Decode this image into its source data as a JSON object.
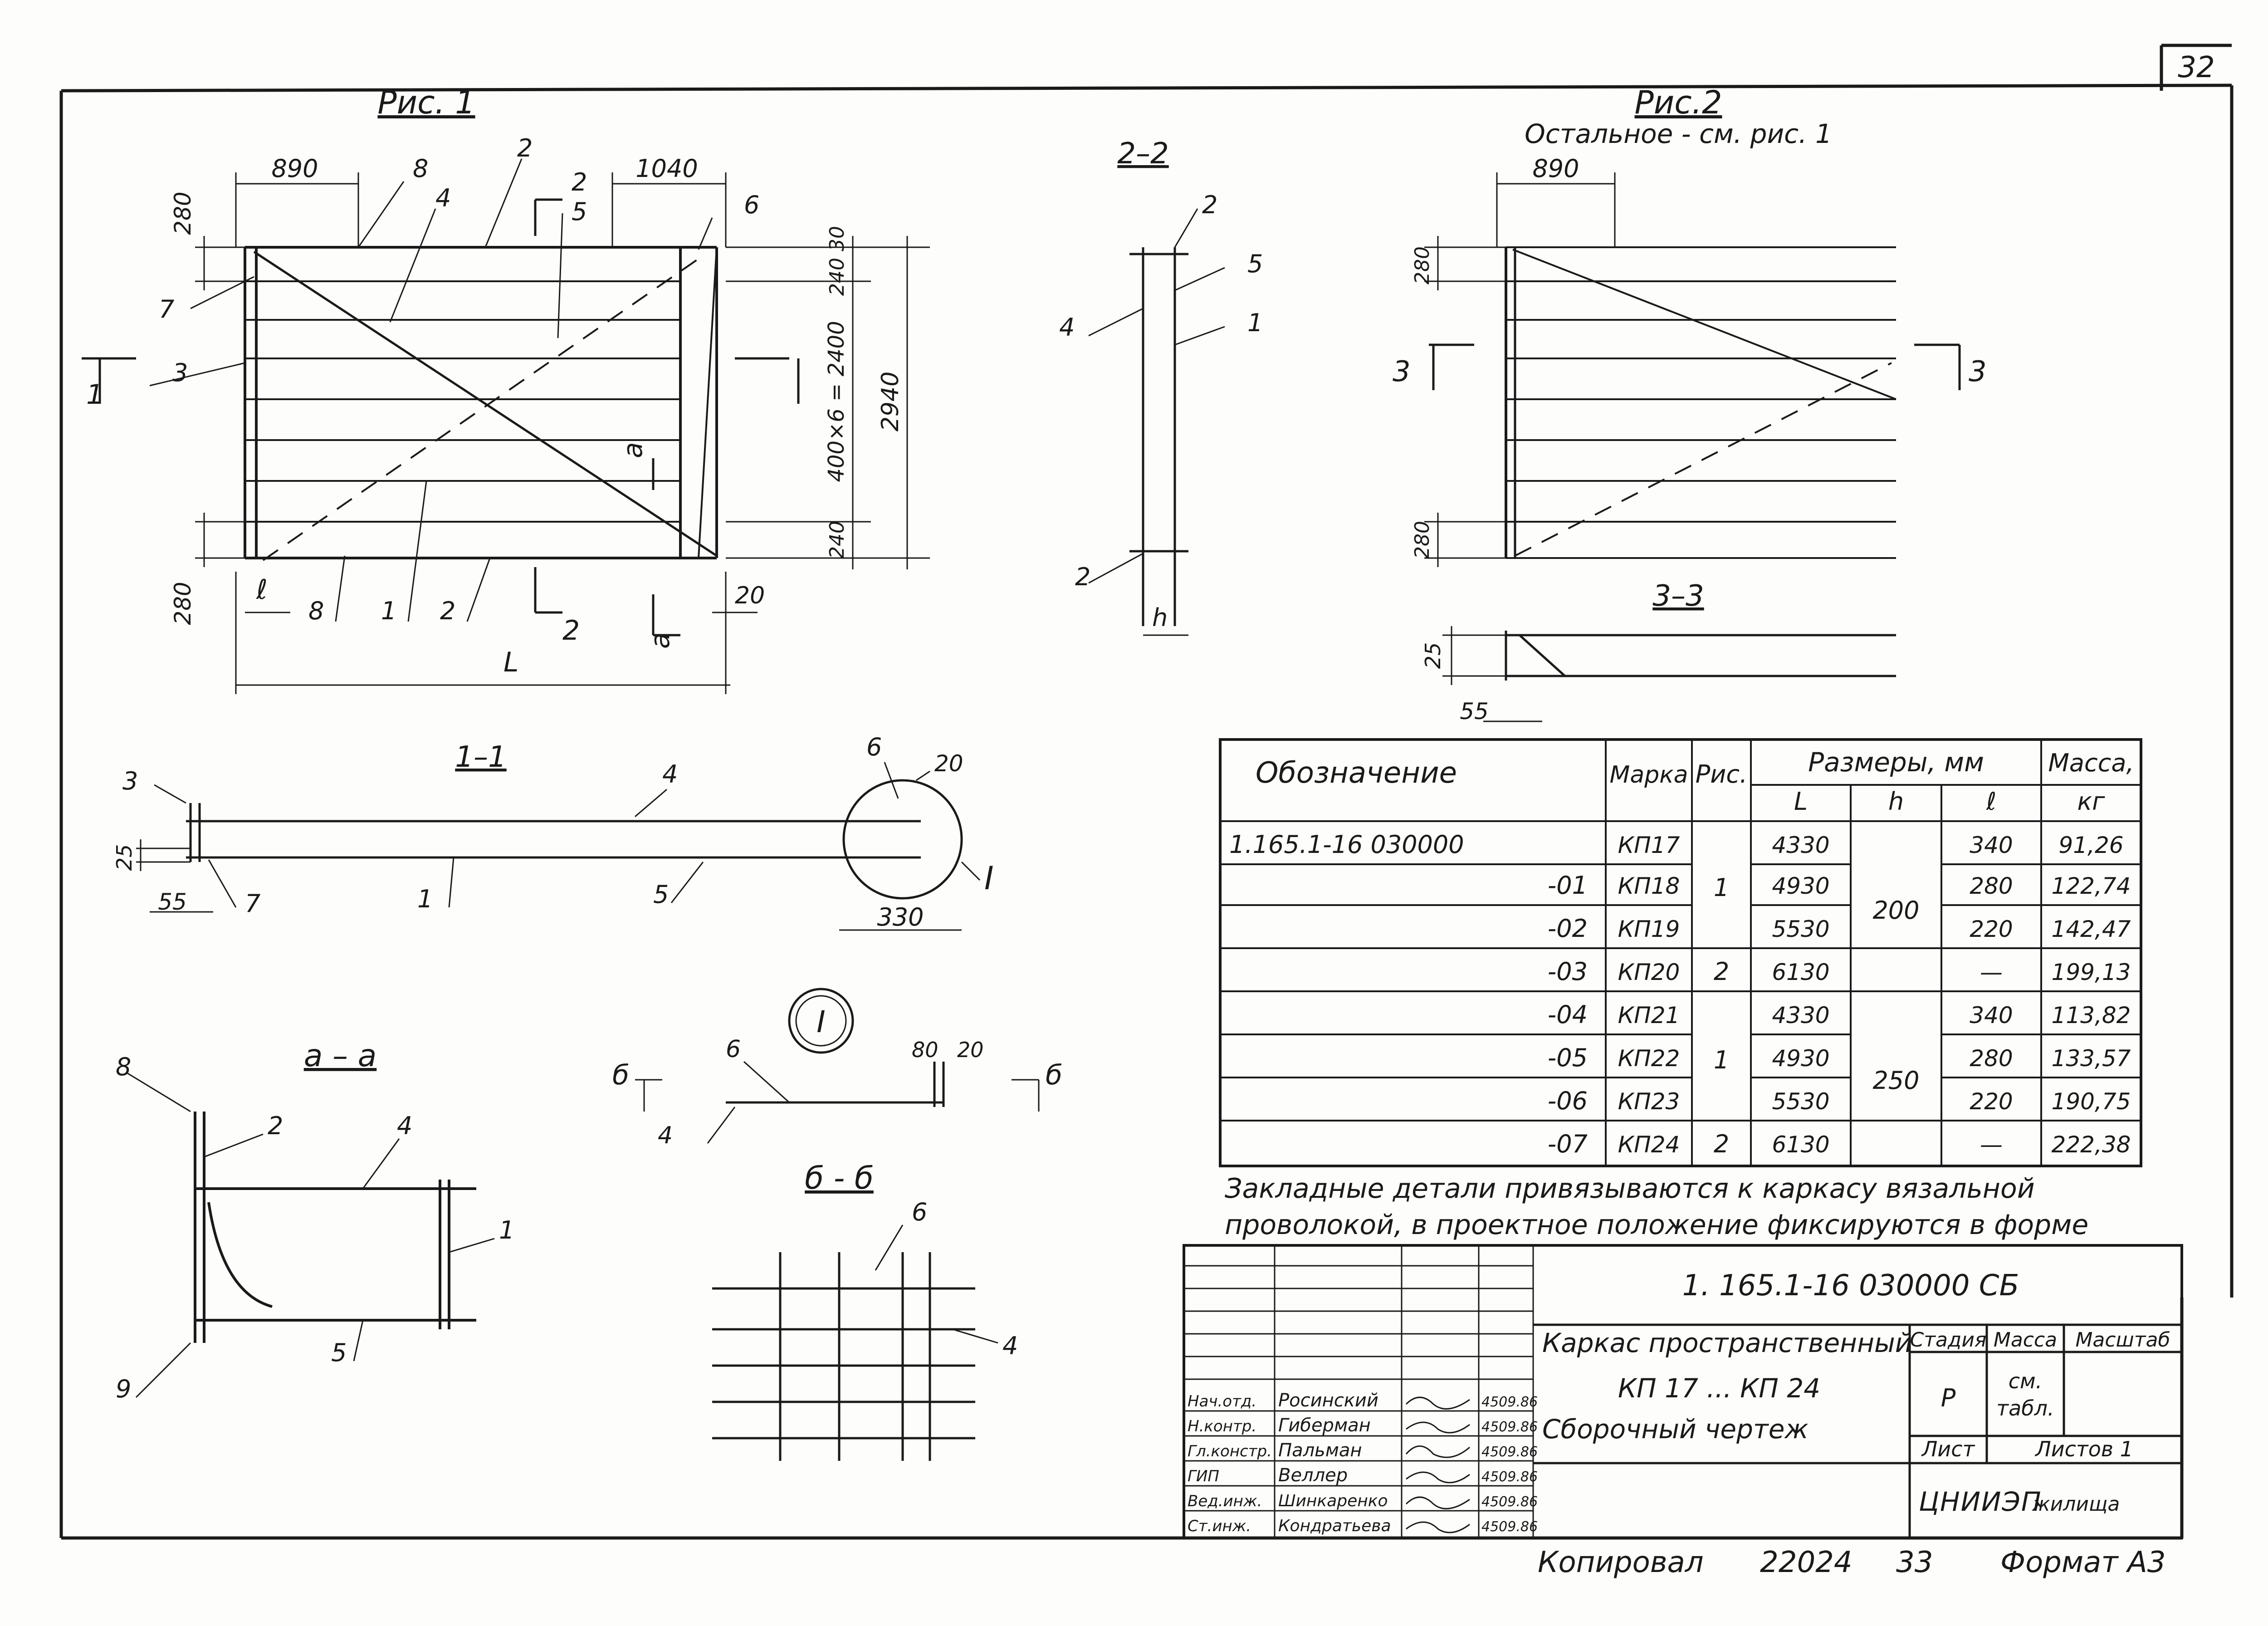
{
  "sheet_number": "32",
  "fig1": {
    "title": "Рис. 1",
    "dims": {
      "d890": "890",
      "d1040": "1040",
      "d280_top": "280",
      "d280_bot": "280",
      "d240_30": "240 30",
      "d400x6": "400×6 = 2400",
      "d2940": "2940",
      "d240b": "240",
      "d20": "20",
      "L": "L",
      "l": "ℓ",
      "a": "a"
    },
    "callouts": {
      "p2": "2",
      "p8": "8",
      "p4": "4",
      "p5": "5",
      "p6": "6",
      "p7": "7",
      "p3": "3",
      "p8b": "8",
      "p1b": "1",
      "p2b": "2"
    },
    "section_marks": {
      "s1": "1",
      "s2_top": "2",
      "s2_bot": "2",
      "sa_top": "a",
      "sa_bot": "a"
    }
  },
  "sec22": {
    "title": "2–2",
    "c2": "2",
    "c5": "5",
    "c4": "4",
    "c1": "1",
    "c2b": "2",
    "h": "h"
  },
  "fig2": {
    "title": "Рис.2",
    "subtitle": "Остальное - см. рис. 1",
    "d890": "890",
    "d280a": "280",
    "d280b": "280",
    "s3a": "3",
    "s3b": "3"
  },
  "sec33": {
    "title": "3–3",
    "d25": "25",
    "d55": "55"
  },
  "sec11": {
    "title": "1–1",
    "c3": "3",
    "c4": "4",
    "c6": "6",
    "c20": "20",
    "c7": "7",
    "c1": "1",
    "c5": "5",
    "d25": "25",
    "d55": "55",
    "d330": "330",
    "node": "I"
  },
  "node_i": {
    "label": "I",
    "c6": "6",
    "c4": "4",
    "d80": "80",
    "d20": "20",
    "b_left": "б",
    "b_right": "б"
  },
  "sec_aa": {
    "title": "a – a",
    "c8": "8",
    "c2": "2",
    "c4": "4",
    "c1": "1",
    "c5": "5",
    "c9": "9"
  },
  "sec_bb": {
    "title": "б - б",
    "c6": "6",
    "c4": "4"
  },
  "spec_table": {
    "headers": {
      "designation": "Обозначение",
      "mark": "Марка",
      "fig": "Рис.",
      "dims": "Размеры, мм",
      "L": "L",
      "h": "h",
      "l": "ℓ",
      "mass": "Масса,",
      "kg": "кг"
    },
    "rows": [
      {
        "designation": "1.165.1-16 030000",
        "mark": "КП17",
        "L": "4330",
        "l": "340",
        "mass": "91,26"
      },
      {
        "designation": "-01",
        "mark": "КП18",
        "L": "4930",
        "l": "280",
        "mass": "122,74"
      },
      {
        "designation": "-02",
        "mark": "КП19",
        "L": "5530",
        "l": "220",
        "mass": "142,47"
      },
      {
        "designation": "-03",
        "mark": "КП20",
        "L": "6130",
        "l": "—",
        "mass": "199,13"
      },
      {
        "designation": "-04",
        "mark": "КП21",
        "L": "4330",
        "l": "340",
        "mass": "113,82"
      },
      {
        "designation": "-05",
        "mark": "КП22",
        "L": "4930",
        "l": "280",
        "mass": "133,57"
      },
      {
        "designation": "-06",
        "mark": "КП23",
        "L": "5530",
        "l": "220",
        "mass": "190,75"
      },
      {
        "designation": "-07",
        "mark": "КП24",
        "L": "6130",
        "l": "—",
        "mass": "222,38"
      }
    ],
    "fig_groups": [
      "1",
      "2",
      "1",
      "2"
    ],
    "h_groups": [
      "200",
      "250"
    ]
  },
  "note": {
    "line1": "Закладные детали привязываются к каркасу вязальной",
    "line2": "проволокой, в проектное положение фиксируются в форме"
  },
  "title_block": {
    "doc_code": "1. 165.1-16  030000  СБ",
    "name_line1": "Каркас пространственный",
    "name_line2": "КП 17 ... КП 24",
    "name_line3": "Сборочный чертеж",
    "stage_h": "Стадия",
    "mass_h": "Масса",
    "scale_h": "Масштаб",
    "stage": "Р",
    "mass_line1": "см.",
    "mass_line2": "табл.",
    "sheet_h": "Лист",
    "sheets_h": "Листов 1",
    "org": "ЦНИИЭП",
    "org_suffix": "жилища",
    "staff": [
      {
        "role": "Нач.отд.",
        "name": "Росинский",
        "date": "4509.86"
      },
      {
        "role": "Н.контр.",
        "name": "Гиберман",
        "date": "4509.86"
      },
      {
        "role": "Гл.констр.",
        "name": "Пальман",
        "date": "4509.86"
      },
      {
        "role": "ГИП",
        "name": "Веллер",
        "date": "4509.86"
      },
      {
        "role": "Вед.инж.",
        "name": "Шинкаренко",
        "date": "4509.86"
      },
      {
        "role": "Ст.инж.",
        "name": "Кондратьева",
        "date": "4509.86"
      }
    ]
  },
  "footer": {
    "copied": "Копировал",
    "num": "22024",
    "page": "33",
    "format": "Формат А3"
  }
}
